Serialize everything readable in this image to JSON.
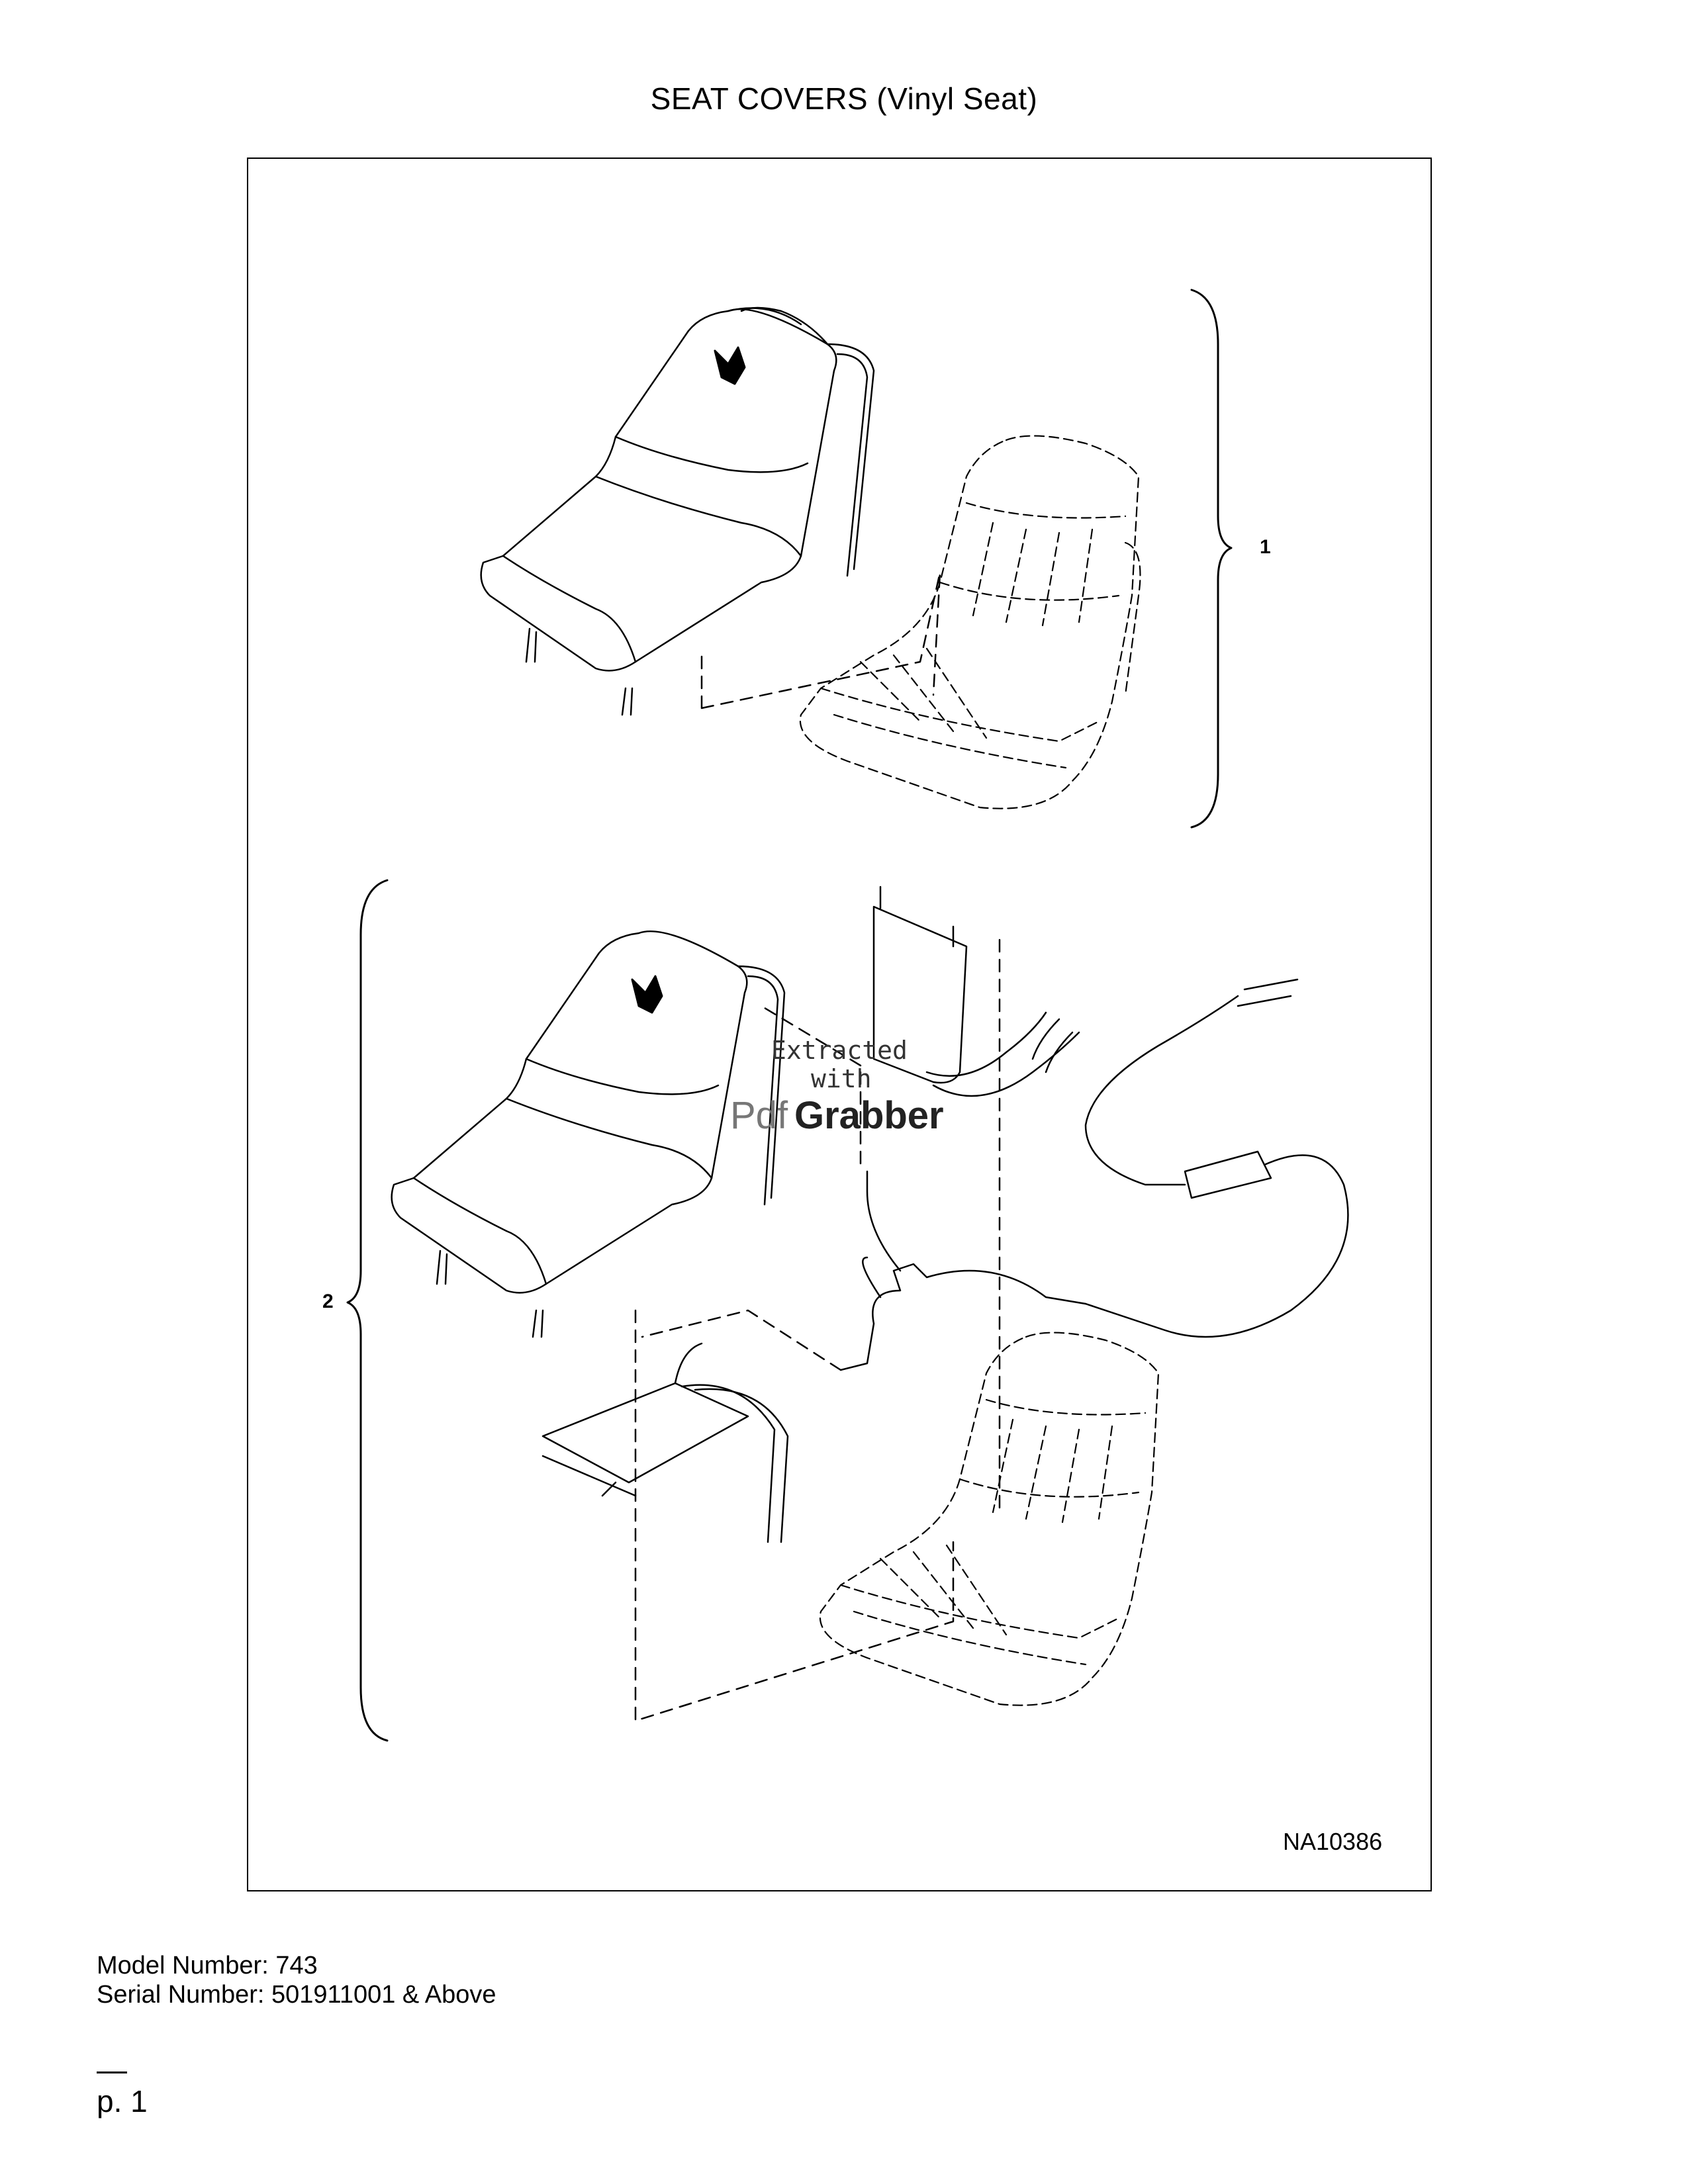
{
  "title": "SEAT COVERS (Vinyl Seat)",
  "callouts": {
    "item1": "1",
    "item2": "2"
  },
  "figure_code": "NA10386",
  "watermark": {
    "line1": "Extracted",
    "line2": "with",
    "brand_a": "Pdf",
    "brand_b": "Grabber"
  },
  "footer": {
    "model": "Model Number: 743",
    "serial": "Serial Number: 501911001 & Above",
    "page": "p. 1"
  },
  "icons": [
    "seat-cover-icon",
    "vinyl-seat-icon",
    "heated-pad-icon",
    "power-cord-icon",
    "bobcat-logo-icon"
  ]
}
